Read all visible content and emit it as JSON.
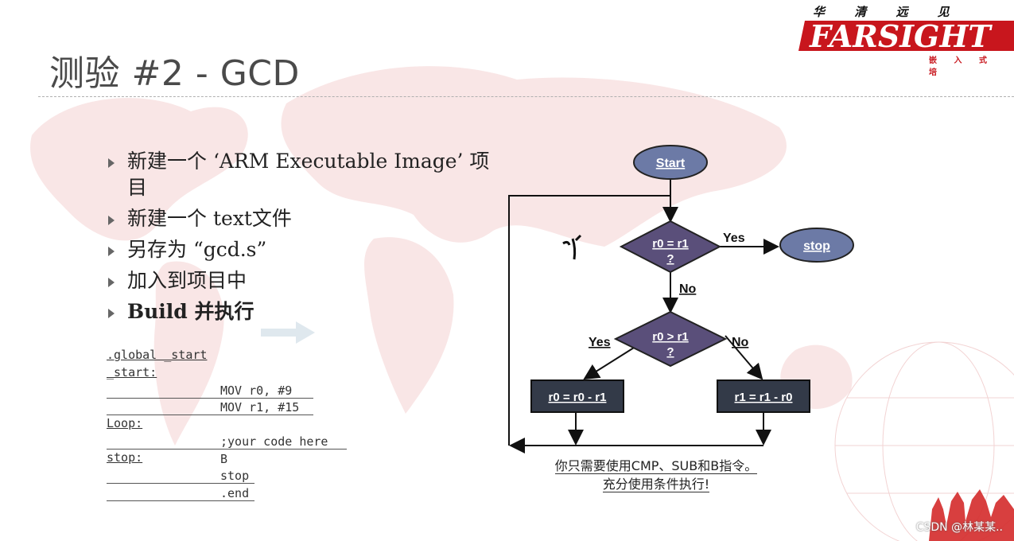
{
  "slide": {
    "title": "测验 #2 - GCD",
    "logo": {
      "cn_text": "华 清 远 见",
      "brand_text": "FARSIGHT",
      "sub_text": "嵌 入 式 培",
      "brand_color": "#c8161d"
    },
    "bullets": [
      {
        "text": "新建一个 ‘ARM Executable Image’ 项目",
        "bold": false
      },
      {
        "text": "新建一个 text文件",
        "bold": false
      },
      {
        "text": "另存为 “gcd.s”",
        "bold": false
      },
      {
        "text": "加入到项目中",
        "bold": false
      },
      {
        "text": "Build 并执行",
        "bold": true
      }
    ],
    "code": {
      "line1": ".global   _start",
      "line2": "_start:",
      "line3": "MOV r0, #9",
      "line4": "MOV r1, #15",
      "line5": "Loop:",
      "line6": ";your code here",
      "line7": "stop:",
      "line8": "B stop",
      "line9": ".end"
    },
    "flowchart": {
      "start": "Start",
      "cond1_line1": "r0 = r1",
      "cond1_line2": "?",
      "cond2_line1": "r0 > r1",
      "cond2_line2": "?",
      "stop": "stop",
      "yes1": "Yes",
      "no1": "No",
      "yes2": "Yes",
      "no2": "No",
      "box_left": "r0 = r0 - r1",
      "box_right": "r1 = r1 - r0",
      "node_fill_oval": "#6c7aa6",
      "node_fill_diamond": "#5a4f7a",
      "box_fill": "#333a48"
    },
    "caption": {
      "line1": "你只需要使用CMP、SUB和B指令。",
      "line2": "充分使用条件执行!"
    },
    "watermark": "CSDN @林某某.."
  }
}
